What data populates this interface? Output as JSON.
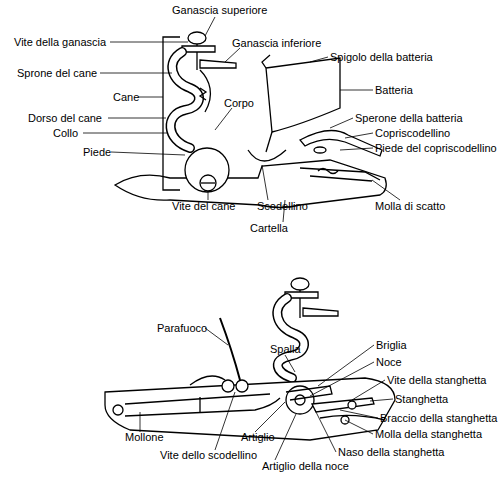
{
  "diagram": {
    "labels": [
      "Ganascia superiore",
      "Vite della ganascia",
      "Ganascia inferiore",
      "Spigolo della batteria",
      "Sprone del cane",
      "Batteria",
      "Cane",
      "Corpo",
      "Dorso del cane",
      "Sperone della batteria",
      "Collo",
      "Copriscodellino",
      "Piede",
      "Piede del copriscodellino",
      "Vite del cane",
      "Scodellino",
      "Molla di scatto",
      "Cartella",
      "Parafuoco",
      "Spalla",
      "Briglia",
      "Noce",
      "Vite della stanghetta",
      "Stanghetta",
      "Braccio della stanghetta",
      "Molla della stanghetta",
      "Naso della stanghetta",
      "Mollone",
      "Vite dello scodellino",
      "Artiglio",
      "Artiglio della noce"
    ]
  }
}
